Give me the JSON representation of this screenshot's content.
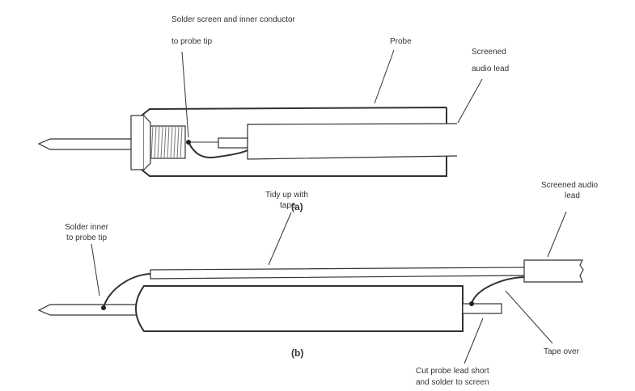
{
  "figure_a": {
    "caption": "(a)",
    "labels": {
      "solder_line1": "Solder screen and inner conductor",
      "solder_line2": "to probe tip",
      "probe": "Probe",
      "lead_line1": "Screened",
      "lead_line2": "audio lead"
    }
  },
  "figure_b": {
    "caption": "(b)",
    "labels": {
      "solder_line1": "Solder inner",
      "solder_line2": "to probe tip",
      "tidy_line1": "Tidy up with",
      "tidy_line2": "tape",
      "lead_line1": "Screened audio",
      "lead_line2": "lead",
      "tape_over": "Tape over",
      "cut_line1": "Cut probe lead short",
      "cut_line2": "and solder to screen"
    }
  }
}
